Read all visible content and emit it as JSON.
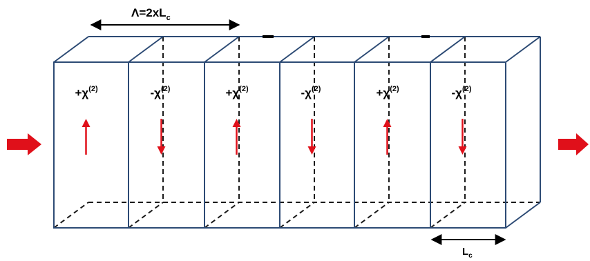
{
  "period_label": "Λ=2xL",
  "period_subscript": "c",
  "coherence_label": "L",
  "coherence_subscript": "c",
  "domains": [
    {
      "sign": "+",
      "symbol": "χ",
      "superscript": "(2)",
      "arrow": "up"
    },
    {
      "sign": "-",
      "symbol": "χ",
      "superscript": "(2)",
      "arrow": "down"
    },
    {
      "sign": "+",
      "symbol": "χ",
      "superscript": "(2)",
      "arrow": "up"
    },
    {
      "sign": "-",
      "symbol": "χ",
      "superscript": "(2)",
      "arrow": "down"
    },
    {
      "sign": "+",
      "symbol": "χ",
      "superscript": "(2)",
      "arrow": "up"
    },
    {
      "sign": "-",
      "symbol": "χ",
      "superscript": "(2)",
      "arrow": "down"
    }
  ],
  "colors": {
    "edge": "#2c4a74",
    "arrow": "#e0101a",
    "dimension": "#000000",
    "text": "#000000"
  }
}
